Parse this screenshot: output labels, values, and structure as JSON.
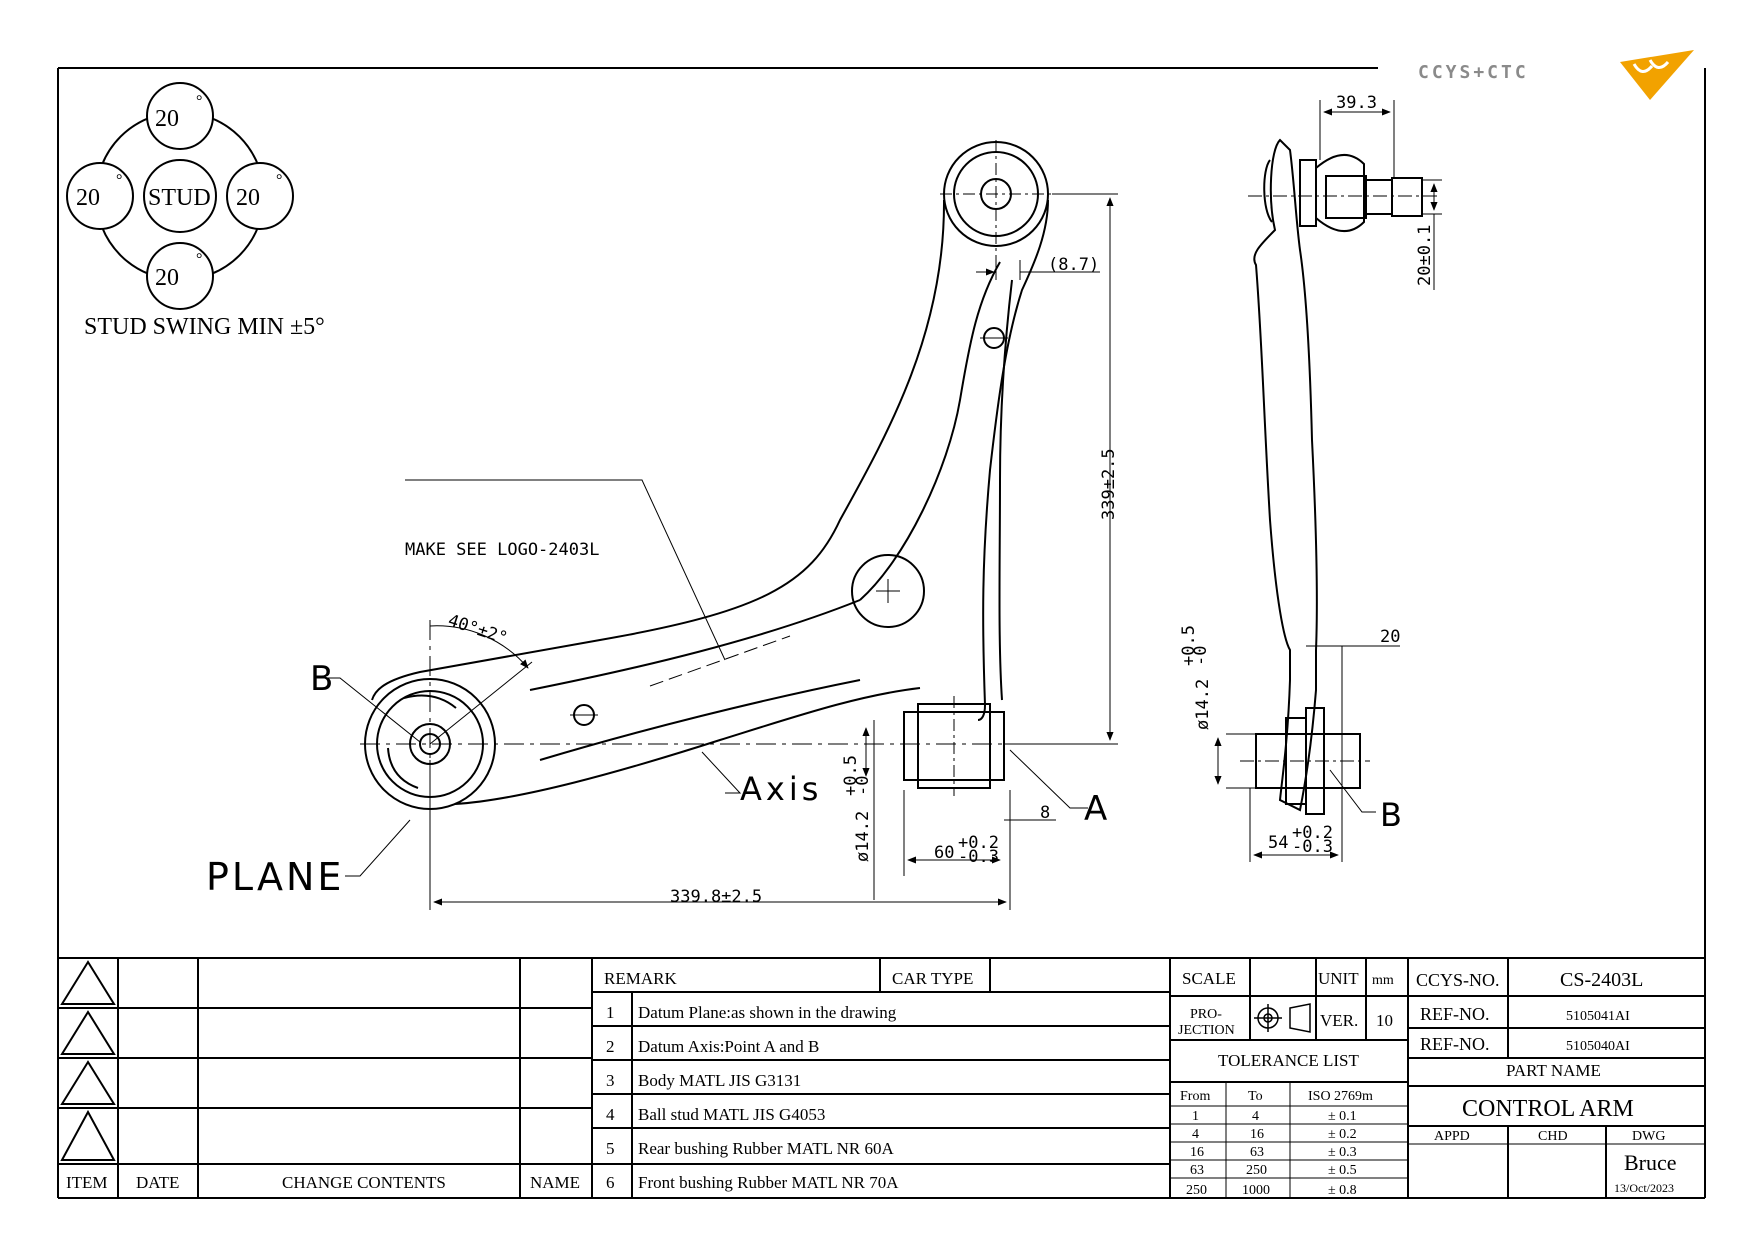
{
  "brand": {
    "logo_text": "CCYS+CTC"
  },
  "stud_swing": {
    "top": "20",
    "left": "20",
    "right": "20",
    "bottom": "20",
    "degree_mark": "°",
    "center": "STUD",
    "caption": "STUD SWING MIN ±5°"
  },
  "front_view": {
    "logo_note": "MAKE SEE LOGO-2403L",
    "angle": "40°±2°",
    "label_b": "B",
    "label_a": "A",
    "axis": "Axis",
    "plane": "PLANE",
    "dim_height": "339±2.5",
    "dim_offset": "(8.7)",
    "dim_length": "339.8±2.5",
    "dim_bushing_dia": "ø14.2",
    "dim_bushing_dia_tol_upper": "+0.5",
    "dim_bushing_dia_tol_lower": "-0",
    "dim_bushing_len": "60",
    "dim_bushing_len_tol_upper": "+0.2",
    "dim_bushing_len_tol_lower": "-0.3",
    "dim_8": "8"
  },
  "side_view": {
    "dim_top": "39.3",
    "dim_stud": "20±0.1",
    "dim_20": "20",
    "dim_dia": "ø14.2",
    "dim_dia_tol_upper": "+0.5",
    "dim_dia_tol_lower": "-0",
    "dim_width": "54",
    "dim_width_tol_upper": "+0.2",
    "dim_width_tol_lower": "-0.3",
    "label_b": "B"
  },
  "revision_table": {
    "headers": {
      "item": "ITEM",
      "date": "DATE",
      "change": "CHANGE CONTENTS",
      "name": "NAME"
    }
  },
  "remarks": {
    "header": "REMARK",
    "car_type_label": "CAR TYPE",
    "car_type_value": "",
    "items": [
      {
        "no": "1",
        "text": "Datum Plane:as shown in the drawing"
      },
      {
        "no": "2",
        "text": "Datum Axis:Point A and B"
      },
      {
        "no": "3",
        "text": "Body MATL JIS G3131"
      },
      {
        "no": "4",
        "text": "Ball stud MATL JIS G4053"
      },
      {
        "no": "5",
        "text": "Rear bushing Rubber MATL NR 60A"
      },
      {
        "no": "6",
        "text": "Front bushing Rubber MATL NR 70A"
      }
    ]
  },
  "scale_block": {
    "scale_label": "SCALE",
    "scale_value": "",
    "unit_label": "UNIT",
    "unit_value": "mm",
    "projection_label_1": "PRO-",
    "projection_label_2": "JECTION",
    "ver_label": "VER.",
    "ver_value": "10"
  },
  "tolerance": {
    "title": "TOLERANCE LIST",
    "headers": {
      "from": "From",
      "to": "To",
      "iso": "ISO 2769m"
    },
    "rows": [
      {
        "from": "1",
        "to": "4",
        "tol": "± 0.1"
      },
      {
        "from": "4",
        "to": "16",
        "tol": "± 0.2"
      },
      {
        "from": "16",
        "to": "63",
        "tol": "± 0.3"
      },
      {
        "from": "63",
        "to": "250",
        "tol": "± 0.5"
      },
      {
        "from": "250",
        "to": "1000",
        "tol": "± 0.8"
      }
    ]
  },
  "title_block": {
    "ccys_no_label": "CCYS-NO.",
    "ccys_no": "CS-2403L",
    "ref_no_label": "REF-NO.",
    "ref_no_1": "5105041AI",
    "ref_no_label_2": "REF-NO.",
    "ref_no_2": "5105040AI",
    "part_name_label": "PART NAME",
    "part_name": "CONTROL ARM",
    "appd": "APPD",
    "chd": "CHD",
    "dwg": "DWG",
    "drawn_by": "Bruce",
    "date": "13/Oct/2023"
  },
  "colors": {
    "line": "#000000",
    "logo_gray": "#8a8a8a",
    "logo_orange": "#f2a200"
  }
}
